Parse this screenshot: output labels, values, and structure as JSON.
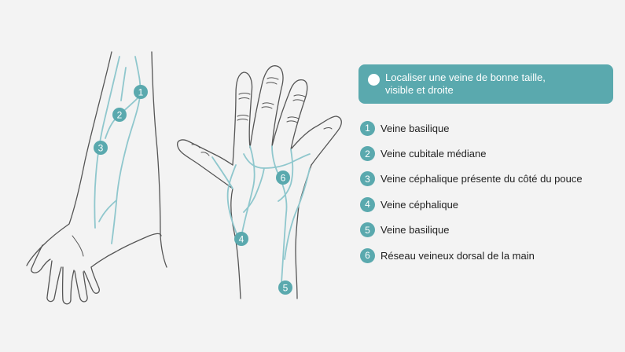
{
  "header": {
    "line1": "Localiser une veine de bonne taille,",
    "line2": "visible et droite"
  },
  "legend": [
    {
      "num": "1",
      "label": "Veine basilique"
    },
    {
      "num": "2",
      "label": "Veine cubitale médiane"
    },
    {
      "num": "3",
      "label": "Veine céphalique présente du côté du pouce"
    },
    {
      "num": "4",
      "label": "Veine céphalique"
    },
    {
      "num": "5",
      "label": "Veine basilique"
    },
    {
      "num": "6",
      "label": "Réseau veineux dorsal de la main"
    }
  ],
  "markers": {
    "m1": "1",
    "m2": "2",
    "m3": "3",
    "m4": "4",
    "m5": "5",
    "m6": "6"
  },
  "colors": {
    "accent": "#5aa9ae",
    "vein": "#8fc7cd",
    "outline": "#555555",
    "background": "#f3f3f3"
  }
}
